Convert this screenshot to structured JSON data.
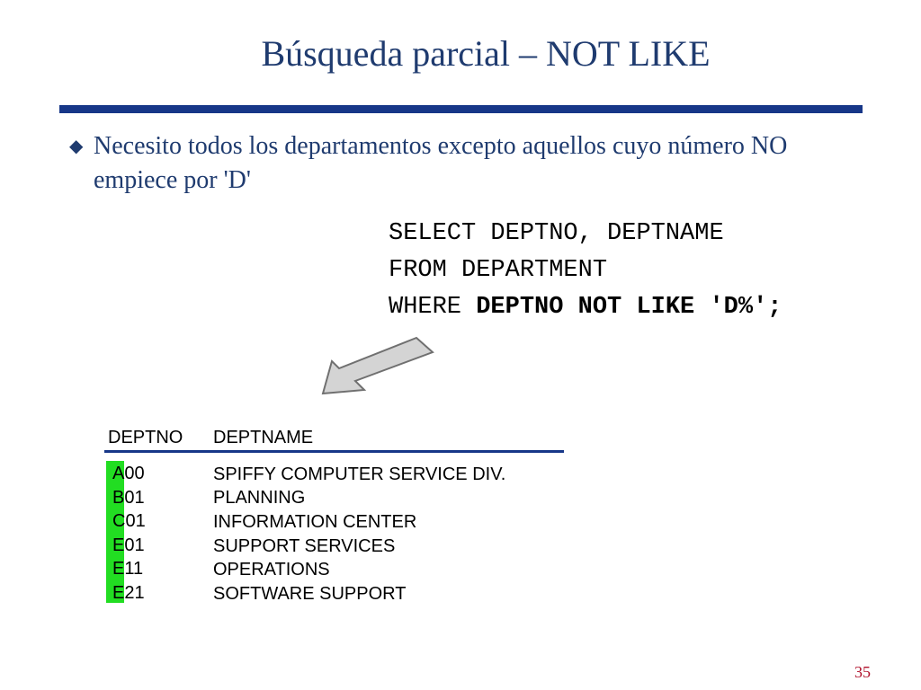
{
  "slide": {
    "title": "Búsqueda parcial – NOT LIKE",
    "bullet": {
      "marker": "◆",
      "text": "Necesito todos los departamentos excepto aquellos cuyo número NO empiece por 'D'"
    },
    "sql": {
      "line1": "SELECT DEPTNO, DEPTNAME",
      "line2": "FROM DEPARTMENT",
      "line3_keyword": "WHERE ",
      "line3_bold": "DEPTNO NOT LIKE 'D%';"
    },
    "table": {
      "headers": {
        "deptno": "DEPTNO",
        "deptname": "DEPTNAME"
      },
      "rows": [
        {
          "deptno": "A00",
          "deptname": "SPIFFY COMPUTER SERVICE DIV."
        },
        {
          "deptno": "B01",
          "deptname": "PLANNING"
        },
        {
          "deptno": "C01",
          "deptname": "INFORMATION CENTER"
        },
        {
          "deptno": "E01",
          "deptname": "SUPPORT SERVICES"
        },
        {
          "deptno": "E11",
          "deptname": "OPERATIONS"
        },
        {
          "deptno": "E21",
          "deptname": "SOFTWARE SUPPORT"
        }
      ],
      "highlight_color": "#22dd22"
    },
    "page_number": "35",
    "colors": {
      "title": "#1f3b6f",
      "rule": "#173788",
      "page_number": "#b0112b"
    }
  }
}
